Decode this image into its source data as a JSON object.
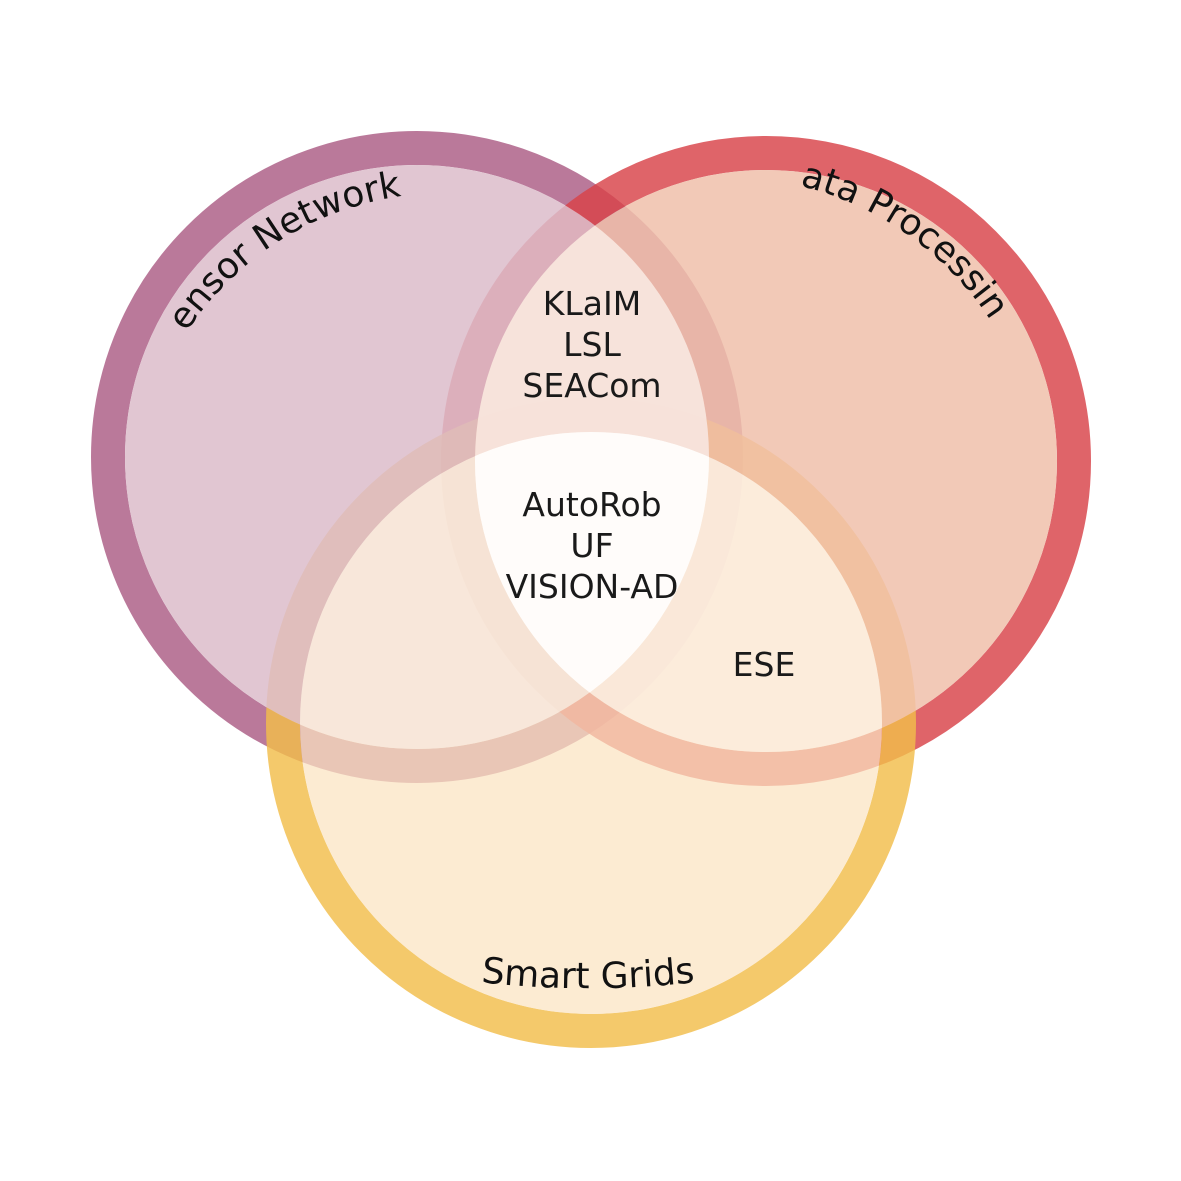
{
  "circles": [
    {
      "id": "sensor",
      "label": "Sensor Networks",
      "ring_color": "#ab5c84",
      "fill_color": "#dcbcca"
    },
    {
      "id": "data",
      "label": "Data Processing",
      "ring_color": "#d84248",
      "fill_color": "#f0bfaa"
    },
    {
      "id": "smart",
      "label": "Smart Grids",
      "ring_color": "#f2bd4b",
      "fill_color": "#fbe3c1"
    }
  ],
  "regions": {
    "sensor_data": [
      "KLaIM",
      "LSL",
      "SEACom"
    ],
    "all_three": [
      "AutoRob",
      "UF",
      "VISION-AD"
    ],
    "data_smart": [
      "ESE"
    ]
  }
}
